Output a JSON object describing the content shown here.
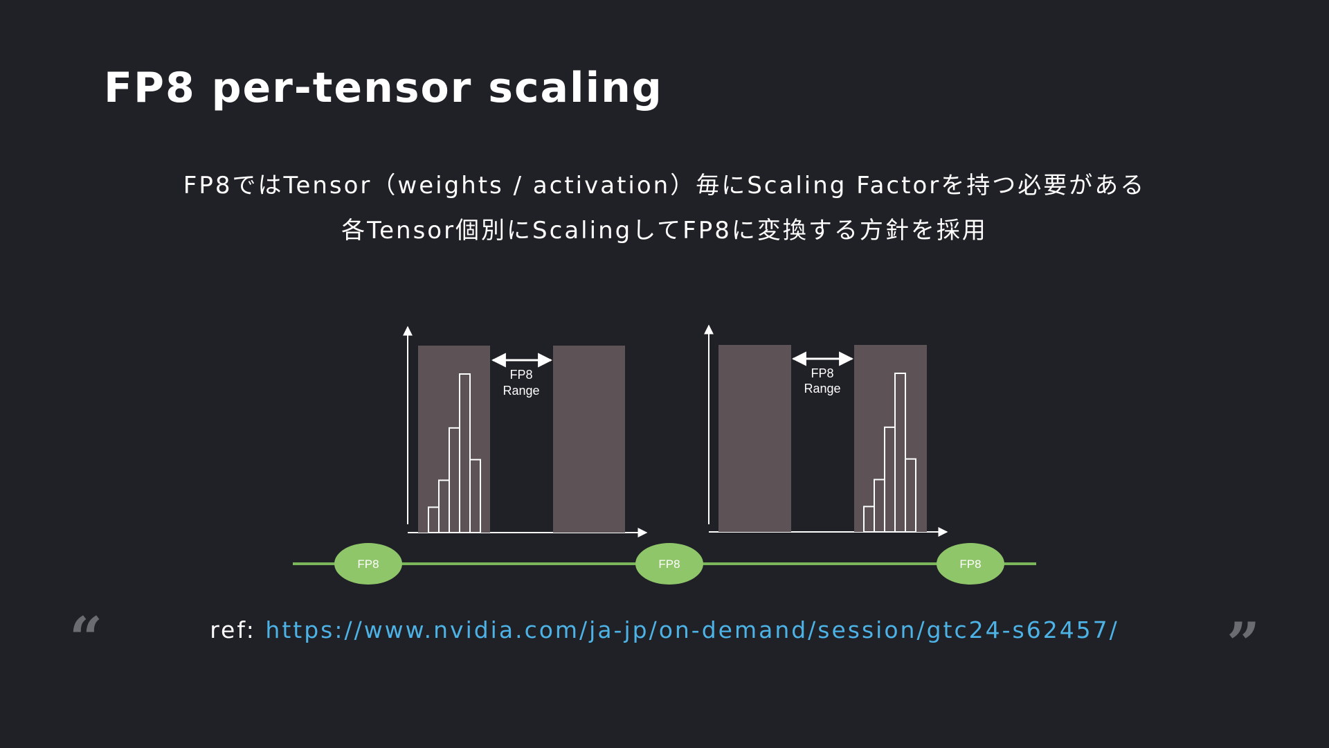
{
  "slide": {
    "title": "FP8 per-tensor scaling",
    "lines": [
      "FP8ではTensor（weights / activation）毎にScaling Factorを持つ必要がある",
      "各Tensor個別にScalingしてFP8に変換する方針を採用"
    ],
    "ref_label": "ref: ",
    "ref_link": "https://www.nvidia.com/ja-jp/on-demand/session/gtc24-s62457/",
    "quote_open": "“",
    "quote_close": "”"
  },
  "diagram": {
    "left_panel": {
      "range_label": [
        "FP8",
        "Range"
      ],
      "histogram": [
        0.16,
        0.33,
        0.66,
        1.0,
        0.46
      ],
      "histogram_position": "left"
    },
    "right_panel": {
      "range_label": [
        "FP8",
        "Range"
      ],
      "histogram": [
        0.16,
        0.33,
        0.66,
        1.0,
        0.46
      ],
      "histogram_position": "right"
    },
    "nodes": [
      "FP8",
      "FP8",
      "FP8"
    ]
  },
  "colors": {
    "background": "#202126",
    "range_block": "#5d5356",
    "node_fill": "#8fc66a",
    "line": "#7cb65a",
    "link": "#4db3e6"
  }
}
